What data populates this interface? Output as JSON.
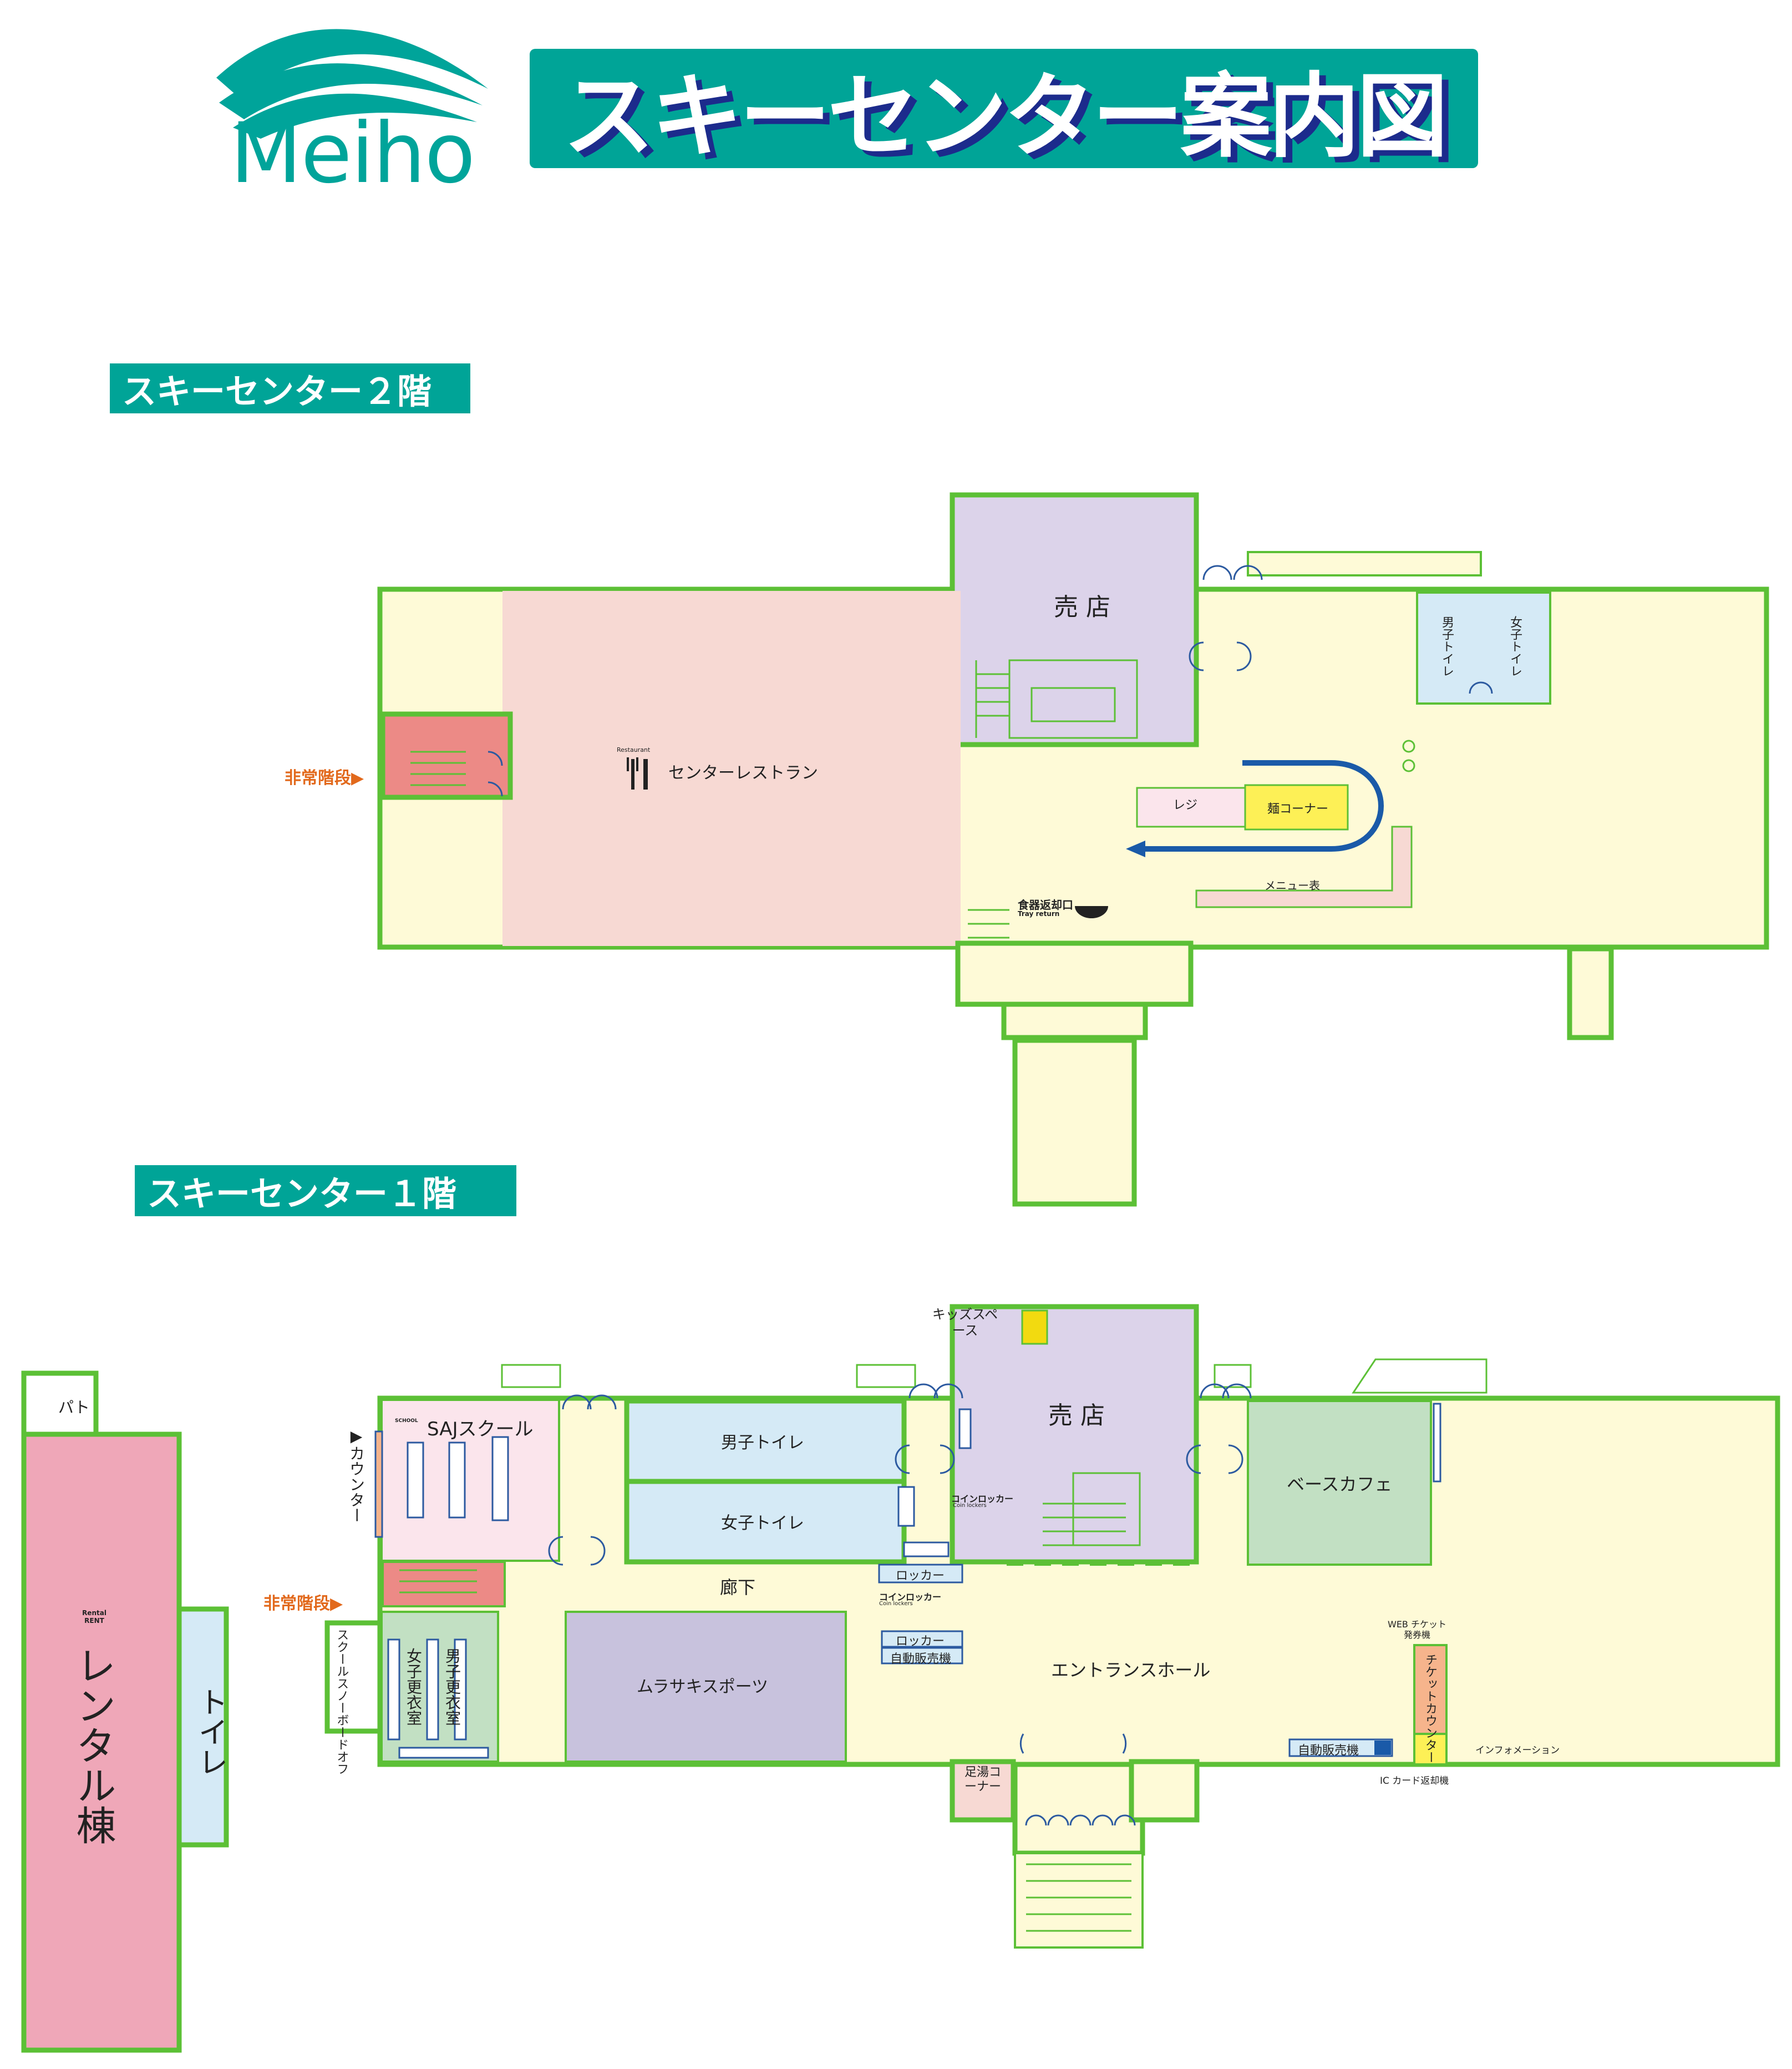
{
  "brand": {
    "logo_text": "Meiho",
    "wave_color": "#00a49a"
  },
  "title": "スキーセンター案内図",
  "colors": {
    "teal": "#00a497",
    "wall_green": "#5cc036",
    "floor_yellow": "#fefad7",
    "restaurant_pink": "#f7d9d3",
    "shop_purple": "#dcd3ea",
    "toilet_blue": "#d5eaf6",
    "cafe_green": "#c2e0c3",
    "rental_pink": "#efa7b8",
    "emergency_red": "#ec8a86",
    "sport_purple": "#c8c2dd",
    "counter_orange": "#f6b48c",
    "noodle_yellow": "#fdf056"
  },
  "floor2": {
    "label": "スキーセンター２階",
    "rooms": {
      "shop": "売 店",
      "restaurant": "センターレストラン",
      "restaurant_icon_label": "Restaurant",
      "mens_toilet": "男子トイレ",
      "womens_toilet": "女子トイレ",
      "register": "レジ",
      "noodle_corner": "麺コーナー",
      "menu_board": "メニュー表",
      "tray_return": "食器返却口",
      "tray_return_en": "Tray return",
      "emergency_stairs": "非常階段▶"
    }
  },
  "floor1": {
    "label": "スキーセンター１階",
    "rooms": {
      "kids_space": "キッズスペース",
      "shop": "売 店",
      "saj_school": "SAJスクール",
      "school_icon_label": "SCHOOL",
      "counter": "▶カウンター",
      "mens_toilet": "男子トイレ",
      "womens_toilet": "女子トイレ",
      "coin_locker_1": "コインロッカー",
      "coin_locker_1_en": "Coin lockers",
      "coin_locker_2": "コインロッカー",
      "coin_locker_2_en": "Coin lockers",
      "locker_1": "ロッカー",
      "locker_2": "ロッカー",
      "vending_1": "自動販売機",
      "vending_2": "自動販売機",
      "base_cafe": "ベースカフェ",
      "corridor": "廊下",
      "emergency_stairs": "非常階段▶",
      "school_snowboard": "スクールスノーボードオフ",
      "womens_changing": "女子更衣室",
      "mens_changing": "男子更衣室",
      "murasaki": "ムラサキスポーツ",
      "entrance_hall": "エントランスホール",
      "web_ticket": "WEB チケット 発券機",
      "ticket_counter": "チケットカウンター",
      "information": "インフォメーション",
      "ic_card": "IC カード返却機",
      "foot_bath": "足湯コーナー",
      "patrol": "パト",
      "rental": "レンタル棟",
      "rental_icon_label": "Rental RENT",
      "toilet": "トイレ"
    }
  }
}
